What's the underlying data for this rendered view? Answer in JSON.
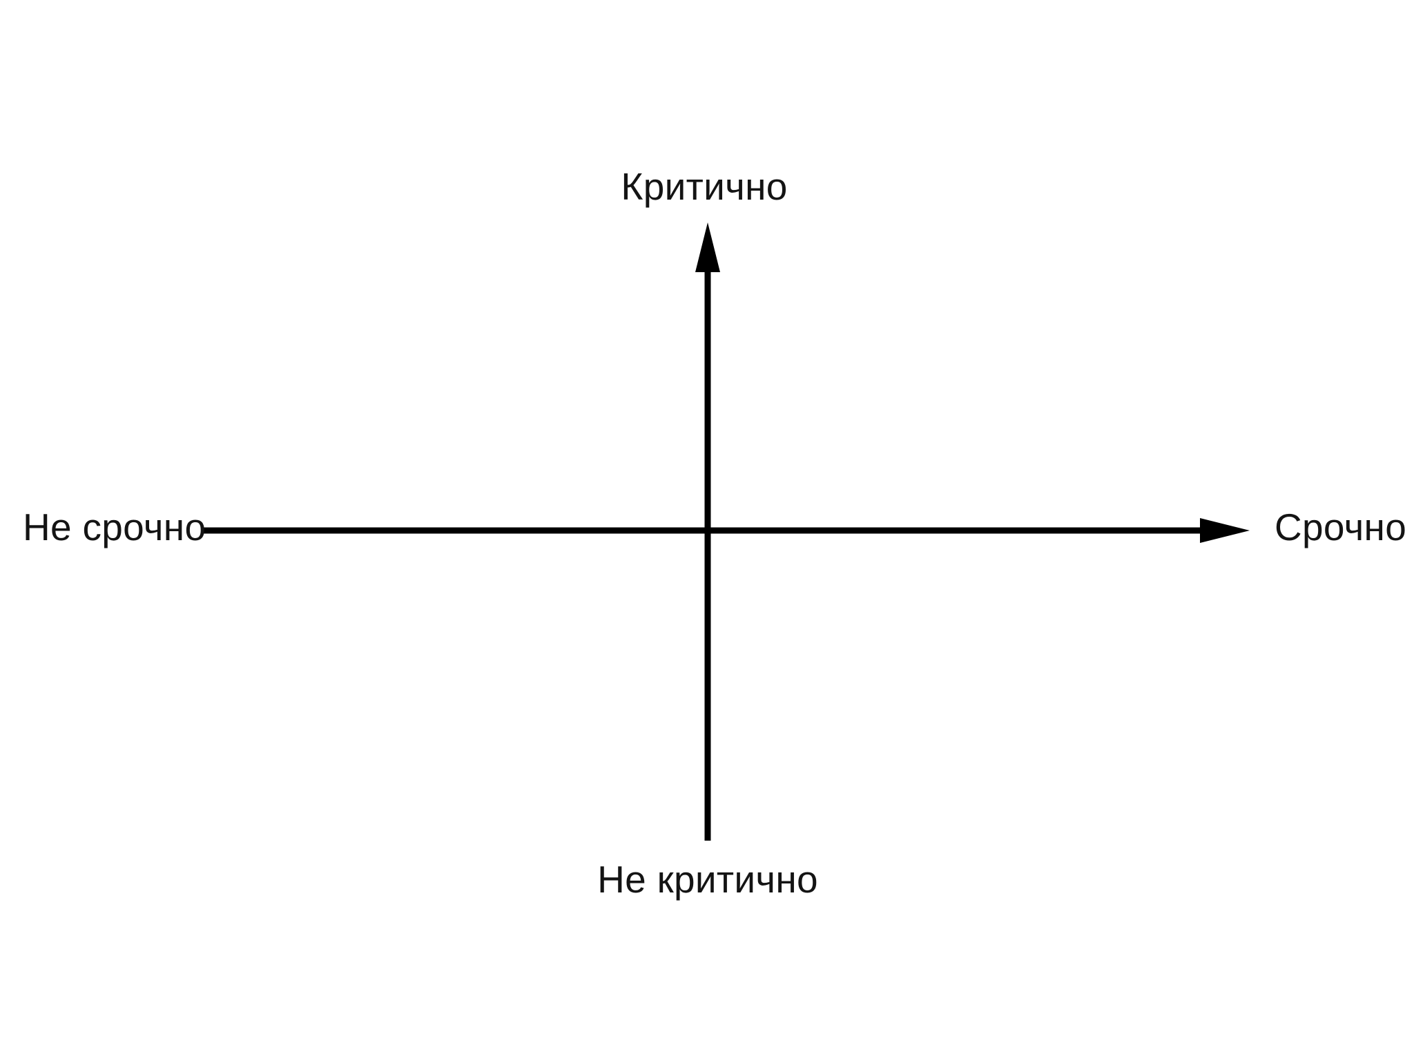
{
  "diagram": {
    "type": "quadrant-axes",
    "axis_labels": {
      "top": "Критично",
      "bottom": "Не критично",
      "left": "Не срочно",
      "right": "Срочно"
    },
    "colors": {
      "background": "#ffffff",
      "line": "#000000",
      "text": "#141414"
    }
  }
}
